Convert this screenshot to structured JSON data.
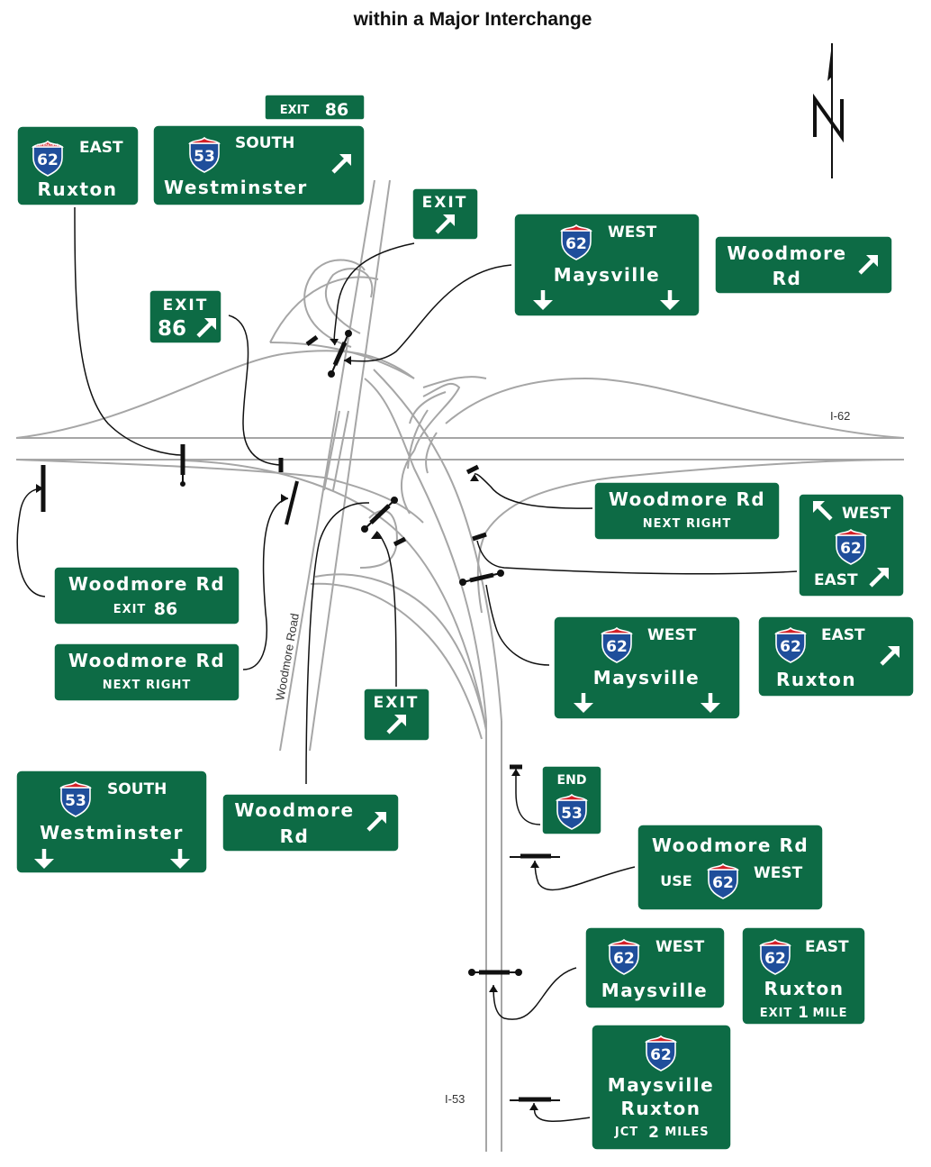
{
  "header": {
    "title": "within a Major Interchange"
  },
  "labels": {
    "i62": "I-62",
    "i53": "I-53",
    "road": "Woodmore Road",
    "north": "N"
  },
  "shield": {
    "top_text": "INTERSTATE"
  },
  "signs": {
    "s1": {
      "num": "62",
      "dir": "EAST",
      "city": "Ruxton"
    },
    "s2": {
      "tab": "EXIT",
      "tab_num": "86",
      "num": "53",
      "dir": "SOUTH",
      "city": "Westminster"
    },
    "s3": {
      "text": "EXIT"
    },
    "s4": {
      "num": "62",
      "dir": "WEST",
      "city": "Maysville"
    },
    "s5": {
      "line1": "Woodmore",
      "line2": "Rd"
    },
    "s6": {
      "text": "EXIT",
      "num": "86"
    },
    "s7": {
      "line1": "Woodmore Rd",
      "line2": "NEXT RIGHT"
    },
    "s8": {
      "dir1": "WEST",
      "num": "62",
      "dir2": "EAST"
    },
    "s9": {
      "line1": "Woodmore Rd",
      "line2a": "EXIT",
      "line2b": "86"
    },
    "s10": {
      "line1": "Woodmore Rd",
      "line2": "NEXT RIGHT"
    },
    "s11": {
      "num": "62",
      "dir": "WEST",
      "city": "Maysville"
    },
    "s12": {
      "num": "62",
      "dir": "EAST",
      "city": "Ruxton"
    },
    "s13": {
      "text": "EXIT"
    },
    "s14": {
      "top": "END",
      "num": "53"
    },
    "s15": {
      "num": "53",
      "dir": "SOUTH",
      "city": "Westminster"
    },
    "s16": {
      "line1": "Woodmore",
      "line2": "Rd"
    },
    "s17": {
      "line1": "Woodmore Rd",
      "use": "USE",
      "num": "62",
      "dir": "WEST"
    },
    "s18": {
      "num": "62",
      "dir": "WEST",
      "city": "Maysville"
    },
    "s19": {
      "num": "62",
      "dir": "EAST",
      "city": "Ruxton",
      "exit": "EXIT",
      "exit_num": "1",
      "exit_unit": "MILE"
    },
    "s20": {
      "num": "62",
      "city1": "Maysville",
      "city2": "Ruxton",
      "jct": "JCT",
      "jct_num": "2",
      "jct_unit": "MILES"
    }
  },
  "colors": {
    "sign_green": "#0d6b45",
    "shield_blue": "#1f4e9b",
    "shield_red": "#d42027",
    "road_gray": "#a6a6a6"
  }
}
